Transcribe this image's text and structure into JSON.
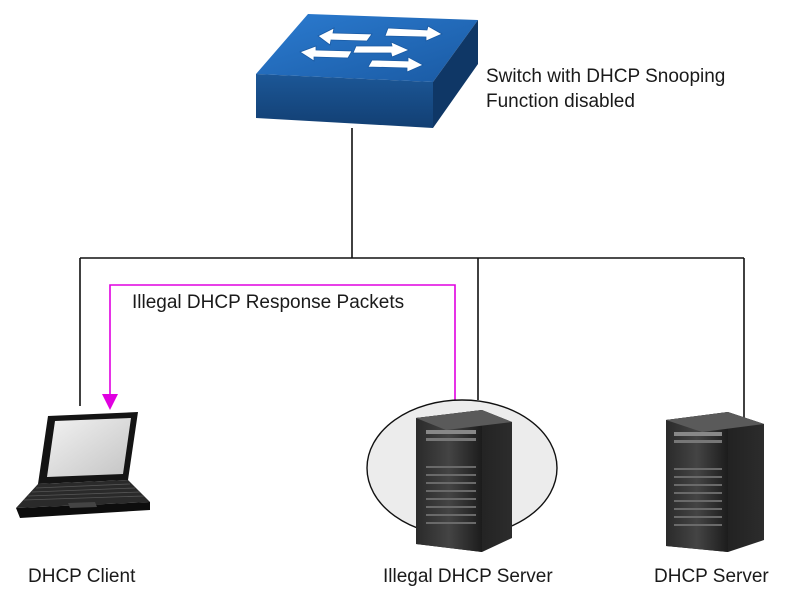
{
  "switch": {
    "caption_line1": "Switch with DHCP Snooping",
    "caption_line2": "Function disabled",
    "icon": "network-switch-icon",
    "color": "#1f5fa8"
  },
  "flow": {
    "label": "Illegal DHCP Response Packets",
    "color": "#e000e0"
  },
  "nodes": {
    "client_label": "DHCP Client",
    "illegal_server_label": "Illegal DHCP Server",
    "server_label": "DHCP Server"
  },
  "icons": {
    "client": "laptop-icon",
    "illegal_server": "server-tower-icon",
    "server": "server-tower-icon"
  }
}
